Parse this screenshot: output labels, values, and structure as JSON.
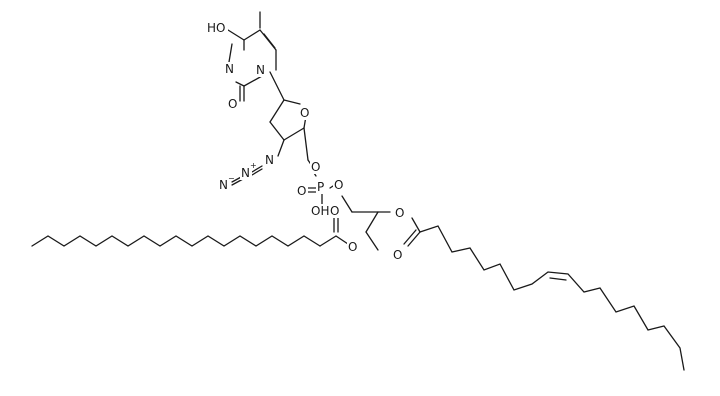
{
  "atoms": {
    "o_top": "O",
    "h_top": "H",
    "n_left": "N",
    "n_ring": "N",
    "o_carbonyl": "O",
    "o_furanose": "O",
    "n_azide_1": "N",
    "n_azide_2": "N",
    "n_azide_3": "N",
    "plus": "+",
    "minus": "−",
    "o_p1": "O",
    "p": "P",
    "o_p2": "O",
    "oh_p": "OH",
    "o_ester_left": "O",
    "o_carbonyl_left": "O",
    "o_ester_right": "O",
    "o_carbonyl_right": "O"
  },
  "colors": {
    "ink": "#1a1a1a",
    "background": "#ffffff"
  }
}
